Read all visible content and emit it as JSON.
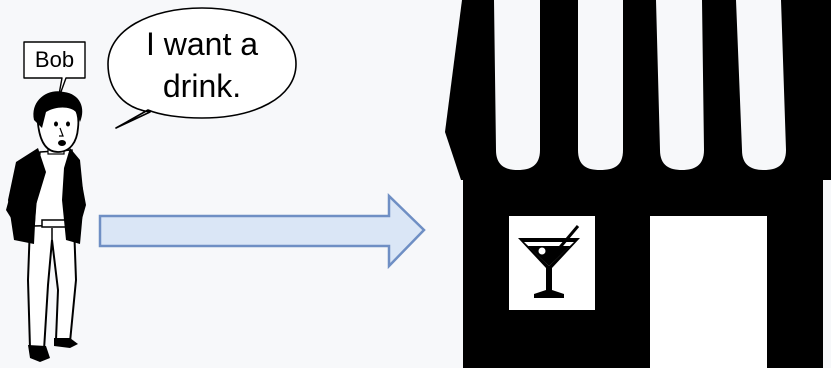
{
  "character": {
    "name": "Bob",
    "speech": [
      "I want a",
      "drink."
    ]
  },
  "store": {
    "sign_icon": "cocktail-glass-icon",
    "awning_stripes": 5
  },
  "arrow": {
    "direction": "right"
  },
  "colors": {
    "background": "#f7f8fa",
    "arrow_fill": "#dae6f6",
    "arrow_stroke": "#6f8fc4",
    "store": "#000000",
    "store_window": "#f7f8fa"
  }
}
